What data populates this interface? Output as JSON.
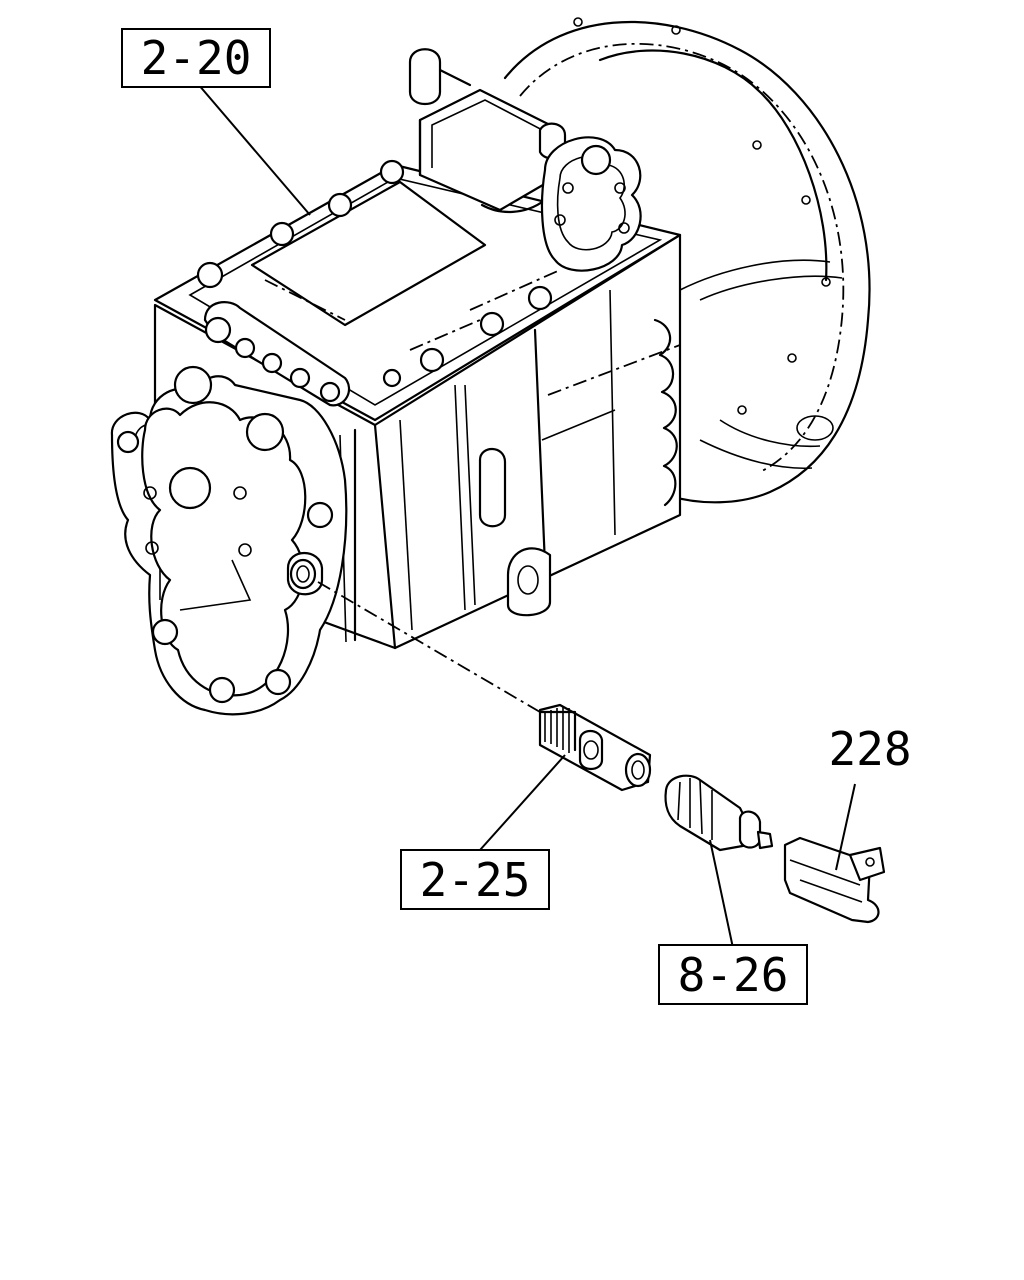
{
  "callouts": {
    "transmission": "2-20",
    "speedometer_gear": "2-25",
    "speed_sensor": "8-26",
    "bracket": "228"
  }
}
